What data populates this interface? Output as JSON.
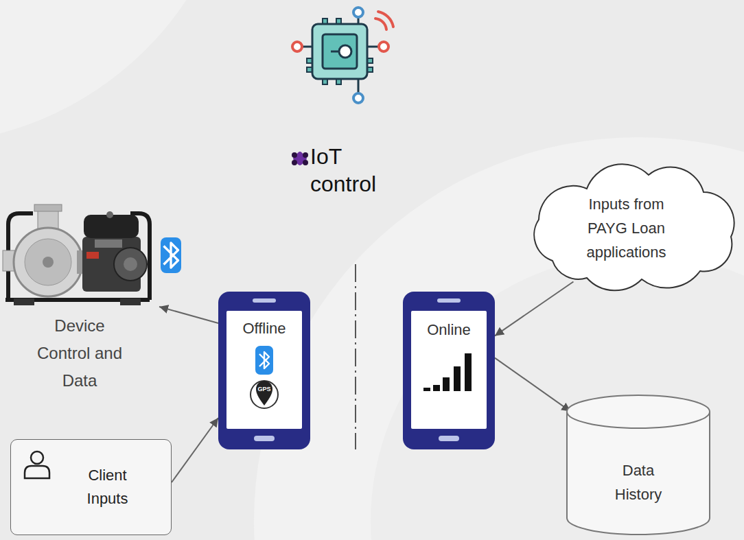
{
  "diagram": {
    "nodes": [
      {
        "text": [
          "Device Control and Data"
        ]
      },
      {
        "text": [
          "Client Inputs"
        ]
      },
      {
        "text": [
          "Offline"
        ]
      },
      {
        "text": [
          "Online"
        ]
      },
      {
        "text": [
          "Inputs from PAYG Loan applications"
        ]
      },
      {
        "text": [
          "Data History"
        ]
      }
    ],
    "edges": [
      {
        "from": 2,
        "to": 0,
        "arrow": "to"
      },
      {
        "from": 1,
        "to": 2,
        "arrow": "to"
      },
      {
        "from": 4,
        "to": 3,
        "arrow": "to"
      },
      {
        "from": 3,
        "to": 5,
        "arrow": "to"
      }
    ],
    "labels": [
      "IoT control",
      "GPS"
    ]
  }
}
